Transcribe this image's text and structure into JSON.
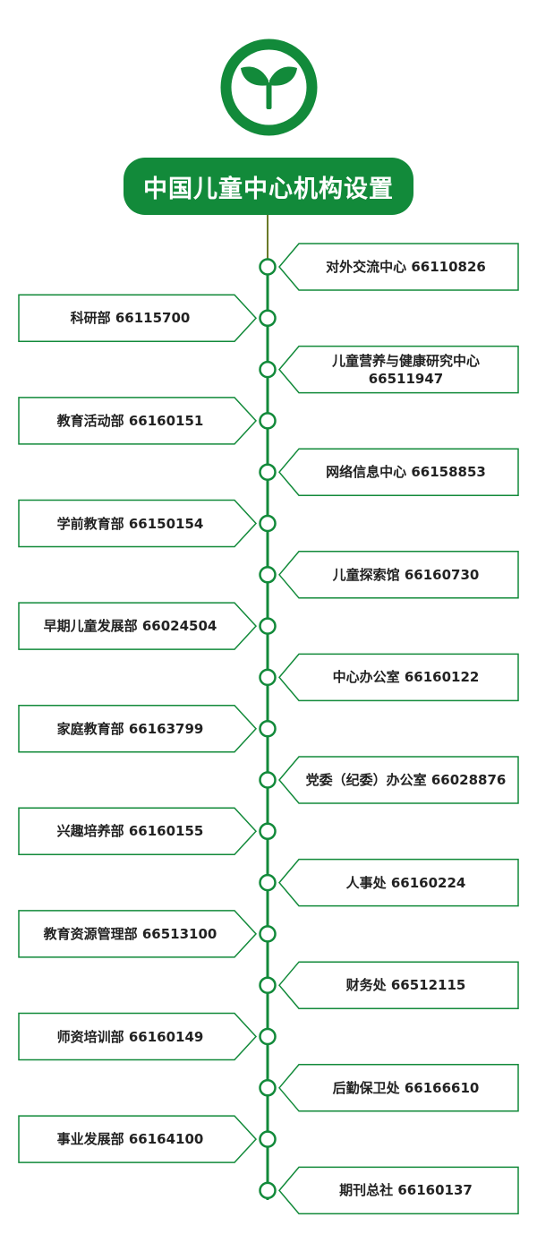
{
  "title": "中国儿童中心机构设置",
  "colors": {
    "primary": "#128a3a",
    "stem": "#6b7a28"
  },
  "departments": [
    {
      "label": "对外交流中心  66110826",
      "side": "right"
    },
    {
      "label": "科研部  66115700",
      "side": "left"
    },
    {
      "label": "儿童营养与健康研究中心\n66511947",
      "side": "right"
    },
    {
      "label": "教育活动部  66160151",
      "side": "left"
    },
    {
      "label": "网络信息中心  66158853",
      "side": "right"
    },
    {
      "label": "学前教育部  66150154",
      "side": "left"
    },
    {
      "label": "儿童探索馆  66160730",
      "side": "right"
    },
    {
      "label": "早期儿童发展部  66024504",
      "side": "left"
    },
    {
      "label": "中心办公室  66160122",
      "side": "right"
    },
    {
      "label": "家庭教育部  66163799",
      "side": "left"
    },
    {
      "label": "党委（纪委）办公室  66028876",
      "side": "right"
    },
    {
      "label": "兴趣培养部  66160155",
      "side": "left"
    },
    {
      "label": "人事处  66160224",
      "side": "right"
    },
    {
      "label": "教育资源管理部  66513100",
      "side": "left"
    },
    {
      "label": "财务处  66512115",
      "side": "right"
    },
    {
      "label": "师资培训部  66160149",
      "side": "left"
    },
    {
      "label": "后勤保卫处  66166610",
      "side": "right"
    },
    {
      "label": "事业发展部  66164100",
      "side": "left"
    },
    {
      "label": "期刊总社  66160137",
      "side": "right"
    }
  ]
}
